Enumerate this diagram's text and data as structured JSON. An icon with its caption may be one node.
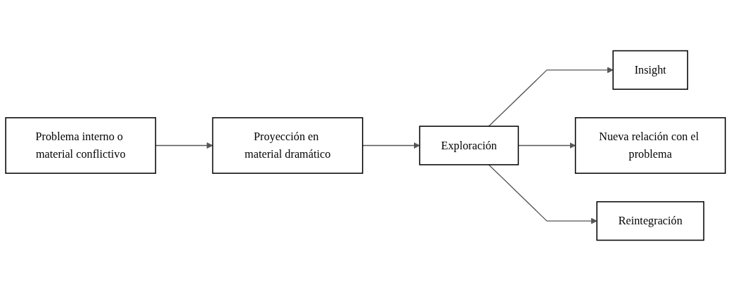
{
  "diagram": {
    "nodes": [
      {
        "text": [
          "Problema interno o material conflictivo"
        ]
      },
      {
        "text": [
          "Proyección en material dramático"
        ]
      },
      {
        "text": [
          "Exploración"
        ]
      },
      {
        "text": [
          "Insight"
        ]
      },
      {
        "text": [
          "Nueva relación con el problema"
        ]
      },
      {
        "text": [
          "Reintegración"
        ]
      }
    ],
    "edges": [
      {
        "from": 0,
        "to": 1,
        "arrow": "to"
      },
      {
        "from": 1,
        "to": 2,
        "arrow": "to"
      },
      {
        "from": 2,
        "to": 3,
        "arrow": "to"
      },
      {
        "from": 2,
        "to": 4,
        "arrow": "to"
      },
      {
        "from": 2,
        "to": 5,
        "arrow": "to"
      }
    ]
  }
}
